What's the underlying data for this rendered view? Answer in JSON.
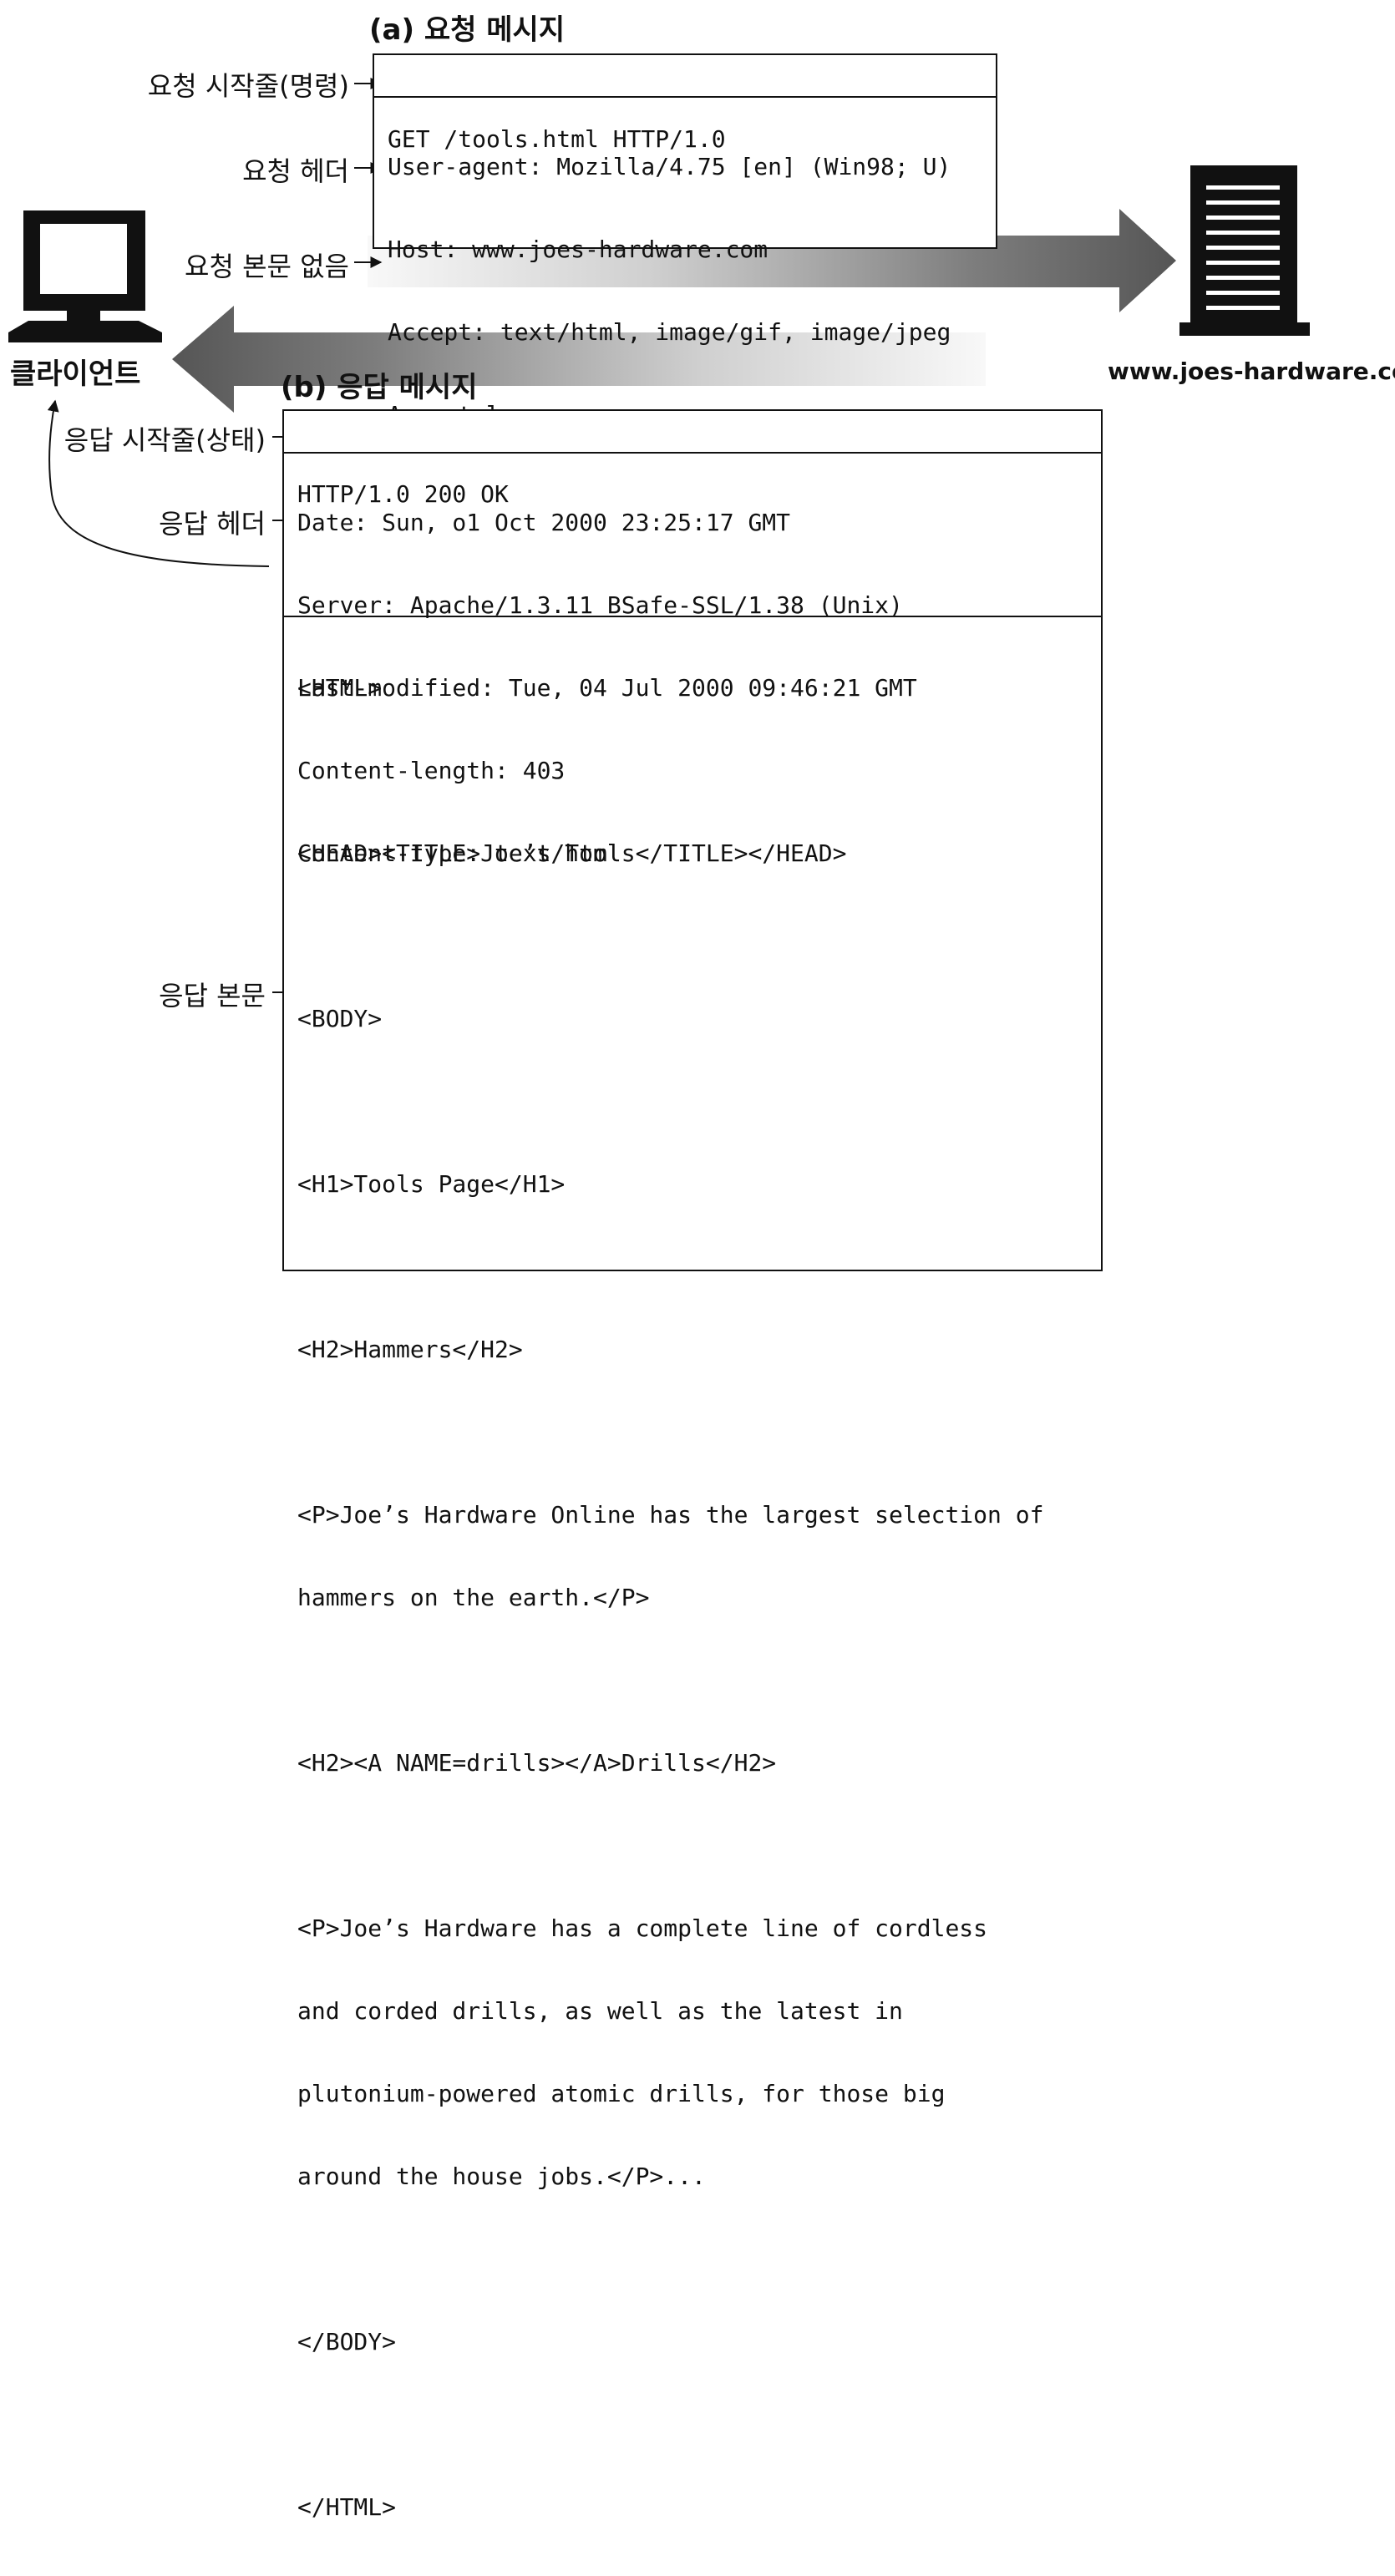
{
  "request": {
    "title": "(a) 요청 메시지",
    "labels": {
      "start_line": "요청 시작줄(명령)",
      "headers": "요청 헤더",
      "no_body": "요청 본문 없음"
    },
    "start_line": "GET /tools.html HTTP/1.0",
    "headers": [
      "User-agent: Mozilla/4.75 [en] (Win98; U)",
      "Host: www.joes-hardware.com",
      "Accept: text/html, image/gif, image/jpeg",
      "Accept-language: en"
    ]
  },
  "response": {
    "title": "(b) 응답 메시지",
    "labels": {
      "start_line": "응답 시작줄(상태)",
      "headers": "응답 헤더",
      "body": "응답 본문"
    },
    "start_line": "HTTP/1.0 200 OK",
    "headers": [
      "Date: Sun, o1 Oct 2000 23:25:17 GMT",
      "Server: Apache/1.3.11 BSafe-SSL/1.38 (Unix)",
      "Last-modified: Tue, 04 Jul 2000 09:46:21 GMT",
      "Content-length: 403",
      "Content-type: text/html"
    ],
    "body": [
      "<HTML>",
      "",
      "<HEAD><TITLE>Joe’s Tools</TITLE></HEAD>",
      "",
      "<BODY>",
      "",
      "<H1>Tools Page</H1>",
      "",
      "<H2>Hammers</H2>",
      "",
      "<P>Joe’s Hardware Online has the largest selection of",
      "hammers on the earth.</P>",
      "",
      "<H2><A NAME=drills></A>Drills</H2>",
      "",
      "<P>Joe’s Hardware has a complete line of cordless",
      "and corded drills, as well as the latest in",
      "plutonium-powered atomic drills, for those big",
      "around the house jobs.</P>...",
      "",
      "</BODY>",
      "",
      "</HTML>"
    ]
  },
  "client": {
    "label": "클라이언트",
    "icon": "computer-icon"
  },
  "server": {
    "label": "www.joes-hardware.com",
    "icon": "server-icon"
  }
}
